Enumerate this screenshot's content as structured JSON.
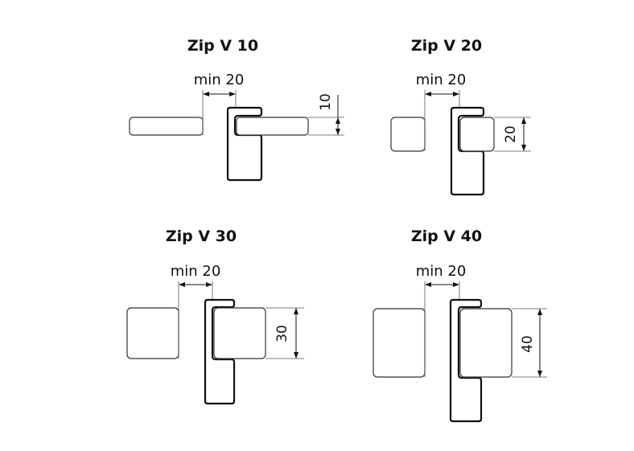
{
  "diagrams": [
    {
      "title": "Zip V 10",
      "gap_label": "min 20",
      "dimension": "10"
    },
    {
      "title": "Zip V 20",
      "gap_label": "min 20",
      "dimension": "20"
    },
    {
      "title": "Zip V 30",
      "gap_label": "min 20",
      "dimension": "30"
    },
    {
      "title": "Zip V 40",
      "gap_label": "min 20",
      "dimension": "40"
    }
  ],
  "colors": {
    "line": "#111111",
    "background": "#ffffff"
  }
}
